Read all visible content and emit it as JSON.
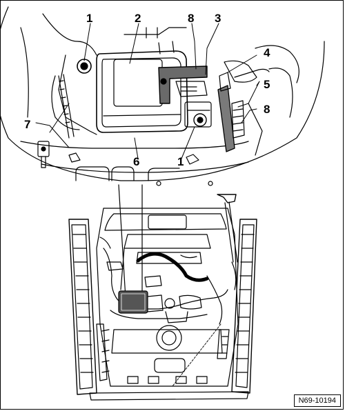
{
  "callouts": {
    "c1_top": "1",
    "c2": "2",
    "c8_top": "8",
    "c3": "3",
    "c4": "4",
    "c5": "5",
    "c8_right": "8",
    "c7": "7",
    "c6": "6",
    "c1_bottom": "1"
  },
  "reference_code": "N69-10194"
}
